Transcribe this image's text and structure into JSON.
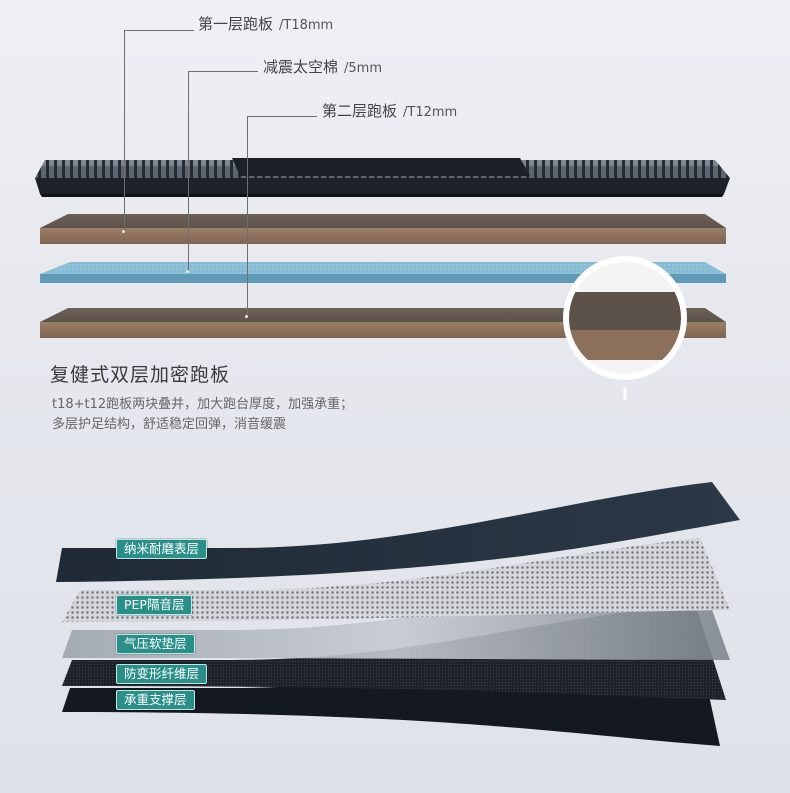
{
  "callouts": [
    {
      "name": "第一层跑板",
      "spec": "/T18mm"
    },
    {
      "name": "减震太空棉",
      "spec": "/5mm"
    },
    {
      "name": "第二层跑板",
      "spec": "/T12mm"
    }
  ],
  "description": {
    "title": "复健式双层加密跑板",
    "lines": [
      "t18+t12跑板两块叠并，加大跑台厚度，加强承重；",
      "多层护足结构，舒适稳定回弹，消音缓震"
    ]
  },
  "layer_tags": [
    "纳米耐磨表层",
    "PEP隔音层",
    "气压软垫层",
    "防变形纤维层",
    "承重支撑层"
  ],
  "colors": {
    "deck_top": "#2a2f38",
    "board_brown": "#7a6756",
    "foam_blue": "#7fb3cc",
    "tag_teal": "#2b8f89"
  }
}
